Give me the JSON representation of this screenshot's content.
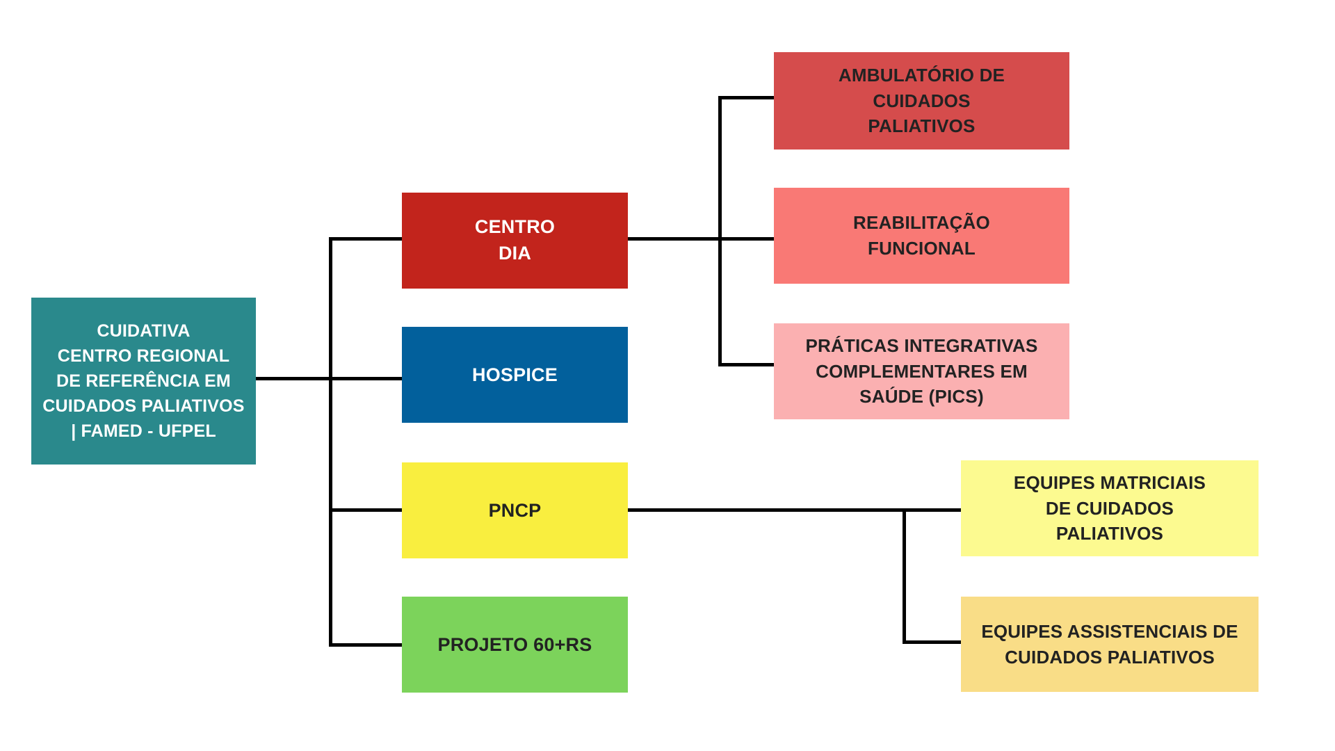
{
  "canvas": {
    "background": "#FFFFFF",
    "connector_color": "#000000"
  },
  "nodes": {
    "root": {
      "label": "CUIDATIVA\nCENTRO REGIONAL\nDE REFERÊNCIA EM\nCUIDADOS PALIATIVOS\n| FAMED - UFPEL",
      "bg": "#2A898C",
      "fg": "#FFFFFF"
    },
    "centro_dia": {
      "label": "CENTRO\nDIA",
      "bg": "#C2241C",
      "fg": "#FFFFFF"
    },
    "hospice": {
      "label": "HOSPICE",
      "bg": "#02609C",
      "fg": "#FFFFFF"
    },
    "pncp": {
      "label": "PNCP",
      "bg": "#F9EE3F",
      "fg": "#222222"
    },
    "projeto_60_rs": {
      "label": "PROJETO 60+RS",
      "bg": "#7CD35B",
      "fg": "#222222"
    },
    "ambulatorio": {
      "label": "AMBULATÓRIO DE\nCUIDADOS\nPALIATIVOS",
      "bg": "#D54C4C",
      "fg": "#222222"
    },
    "reabilitacao": {
      "label": "REABILITAÇÃO\nFUNCIONAL",
      "bg": "#F97975",
      "fg": "#222222"
    },
    "praticas_pics": {
      "label": "PRÁTICAS INTEGRATIVAS\nCOMPLEMENTARES EM\nSAÚDE (PICS)",
      "bg": "#FBB0B1",
      "fg": "#222222"
    },
    "equipes_matriciais": {
      "label": "EQUIPES MATRICIAIS\nDE CUIDADOS\nPALIATIVOS",
      "bg": "#FCFA90",
      "fg": "#222222"
    },
    "equipes_assistenciais": {
      "label": "EQUIPES ASSISTENCIAIS DE\nCUIDADOS PALIATIVOS",
      "bg": "#F9DD87",
      "fg": "#222222"
    }
  }
}
